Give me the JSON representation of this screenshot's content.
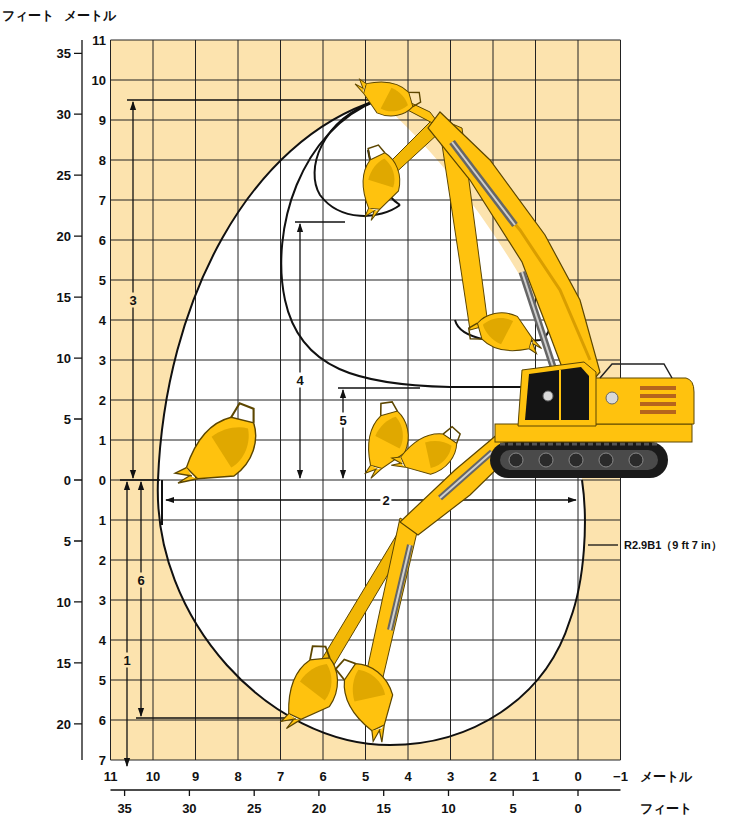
{
  "diagram": {
    "labels": [
      "フィート",
      "メートル",
      "35",
      "30",
      "25",
      "20",
      "15",
      "10",
      "5",
      "0",
      "5",
      "10",
      "15",
      "20",
      "11",
      "10",
      "9",
      "8",
      "7",
      "6",
      "5",
      "4",
      "3",
      "2",
      "1",
      "0",
      "1",
      "2",
      "3",
      "4",
      "5",
      "6",
      "7",
      "3",
      "4",
      "5",
      "2",
      "6",
      "1",
      "R2.9B1（9 ft 7 in）",
      "11",
      "10",
      "9",
      "8",
      "7",
      "6",
      "5",
      "4",
      "3",
      "2",
      "1",
      "0",
      "−1",
      "メートル",
      "35",
      "30",
      "25",
      "20",
      "15",
      "10",
      "5",
      "0",
      "フィート"
    ]
  }
}
